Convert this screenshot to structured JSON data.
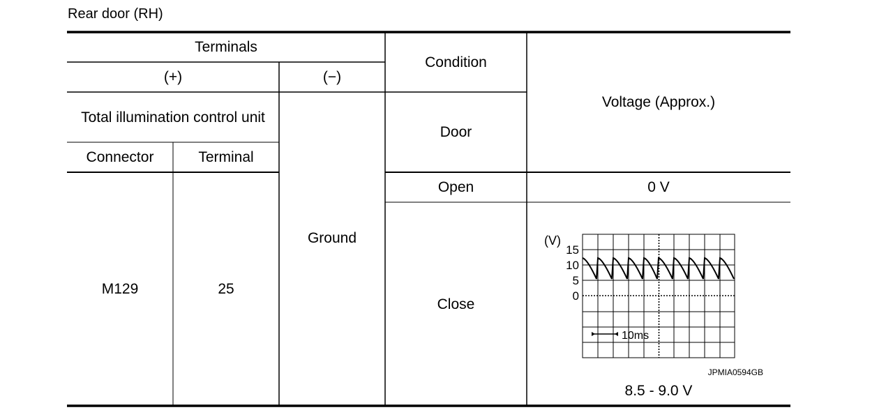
{
  "caption": "Rear door (RH)",
  "table": {
    "header": {
      "terminals": "Terminals",
      "plus": "(+)",
      "minus": "(−)",
      "condition": "Condition",
      "voltage": "Voltage (Approx.)",
      "unit_name": "Total illumination control unit",
      "connector": "Connector",
      "terminal": "Terminal",
      "door": "Door"
    },
    "row": {
      "connector": "M129",
      "terminal": "25",
      "ground": "Ground",
      "open_label": "Open",
      "open_voltage": "0 V",
      "close_label": "Close",
      "close_voltage": "8.5 - 9.0 V"
    }
  },
  "waveform": {
    "y_unit": "(V)",
    "y_ticks": [
      "15",
      "10",
      "5",
      "0"
    ],
    "time_label": "10ms",
    "figure_code": "JPMIA0594GB"
  }
}
